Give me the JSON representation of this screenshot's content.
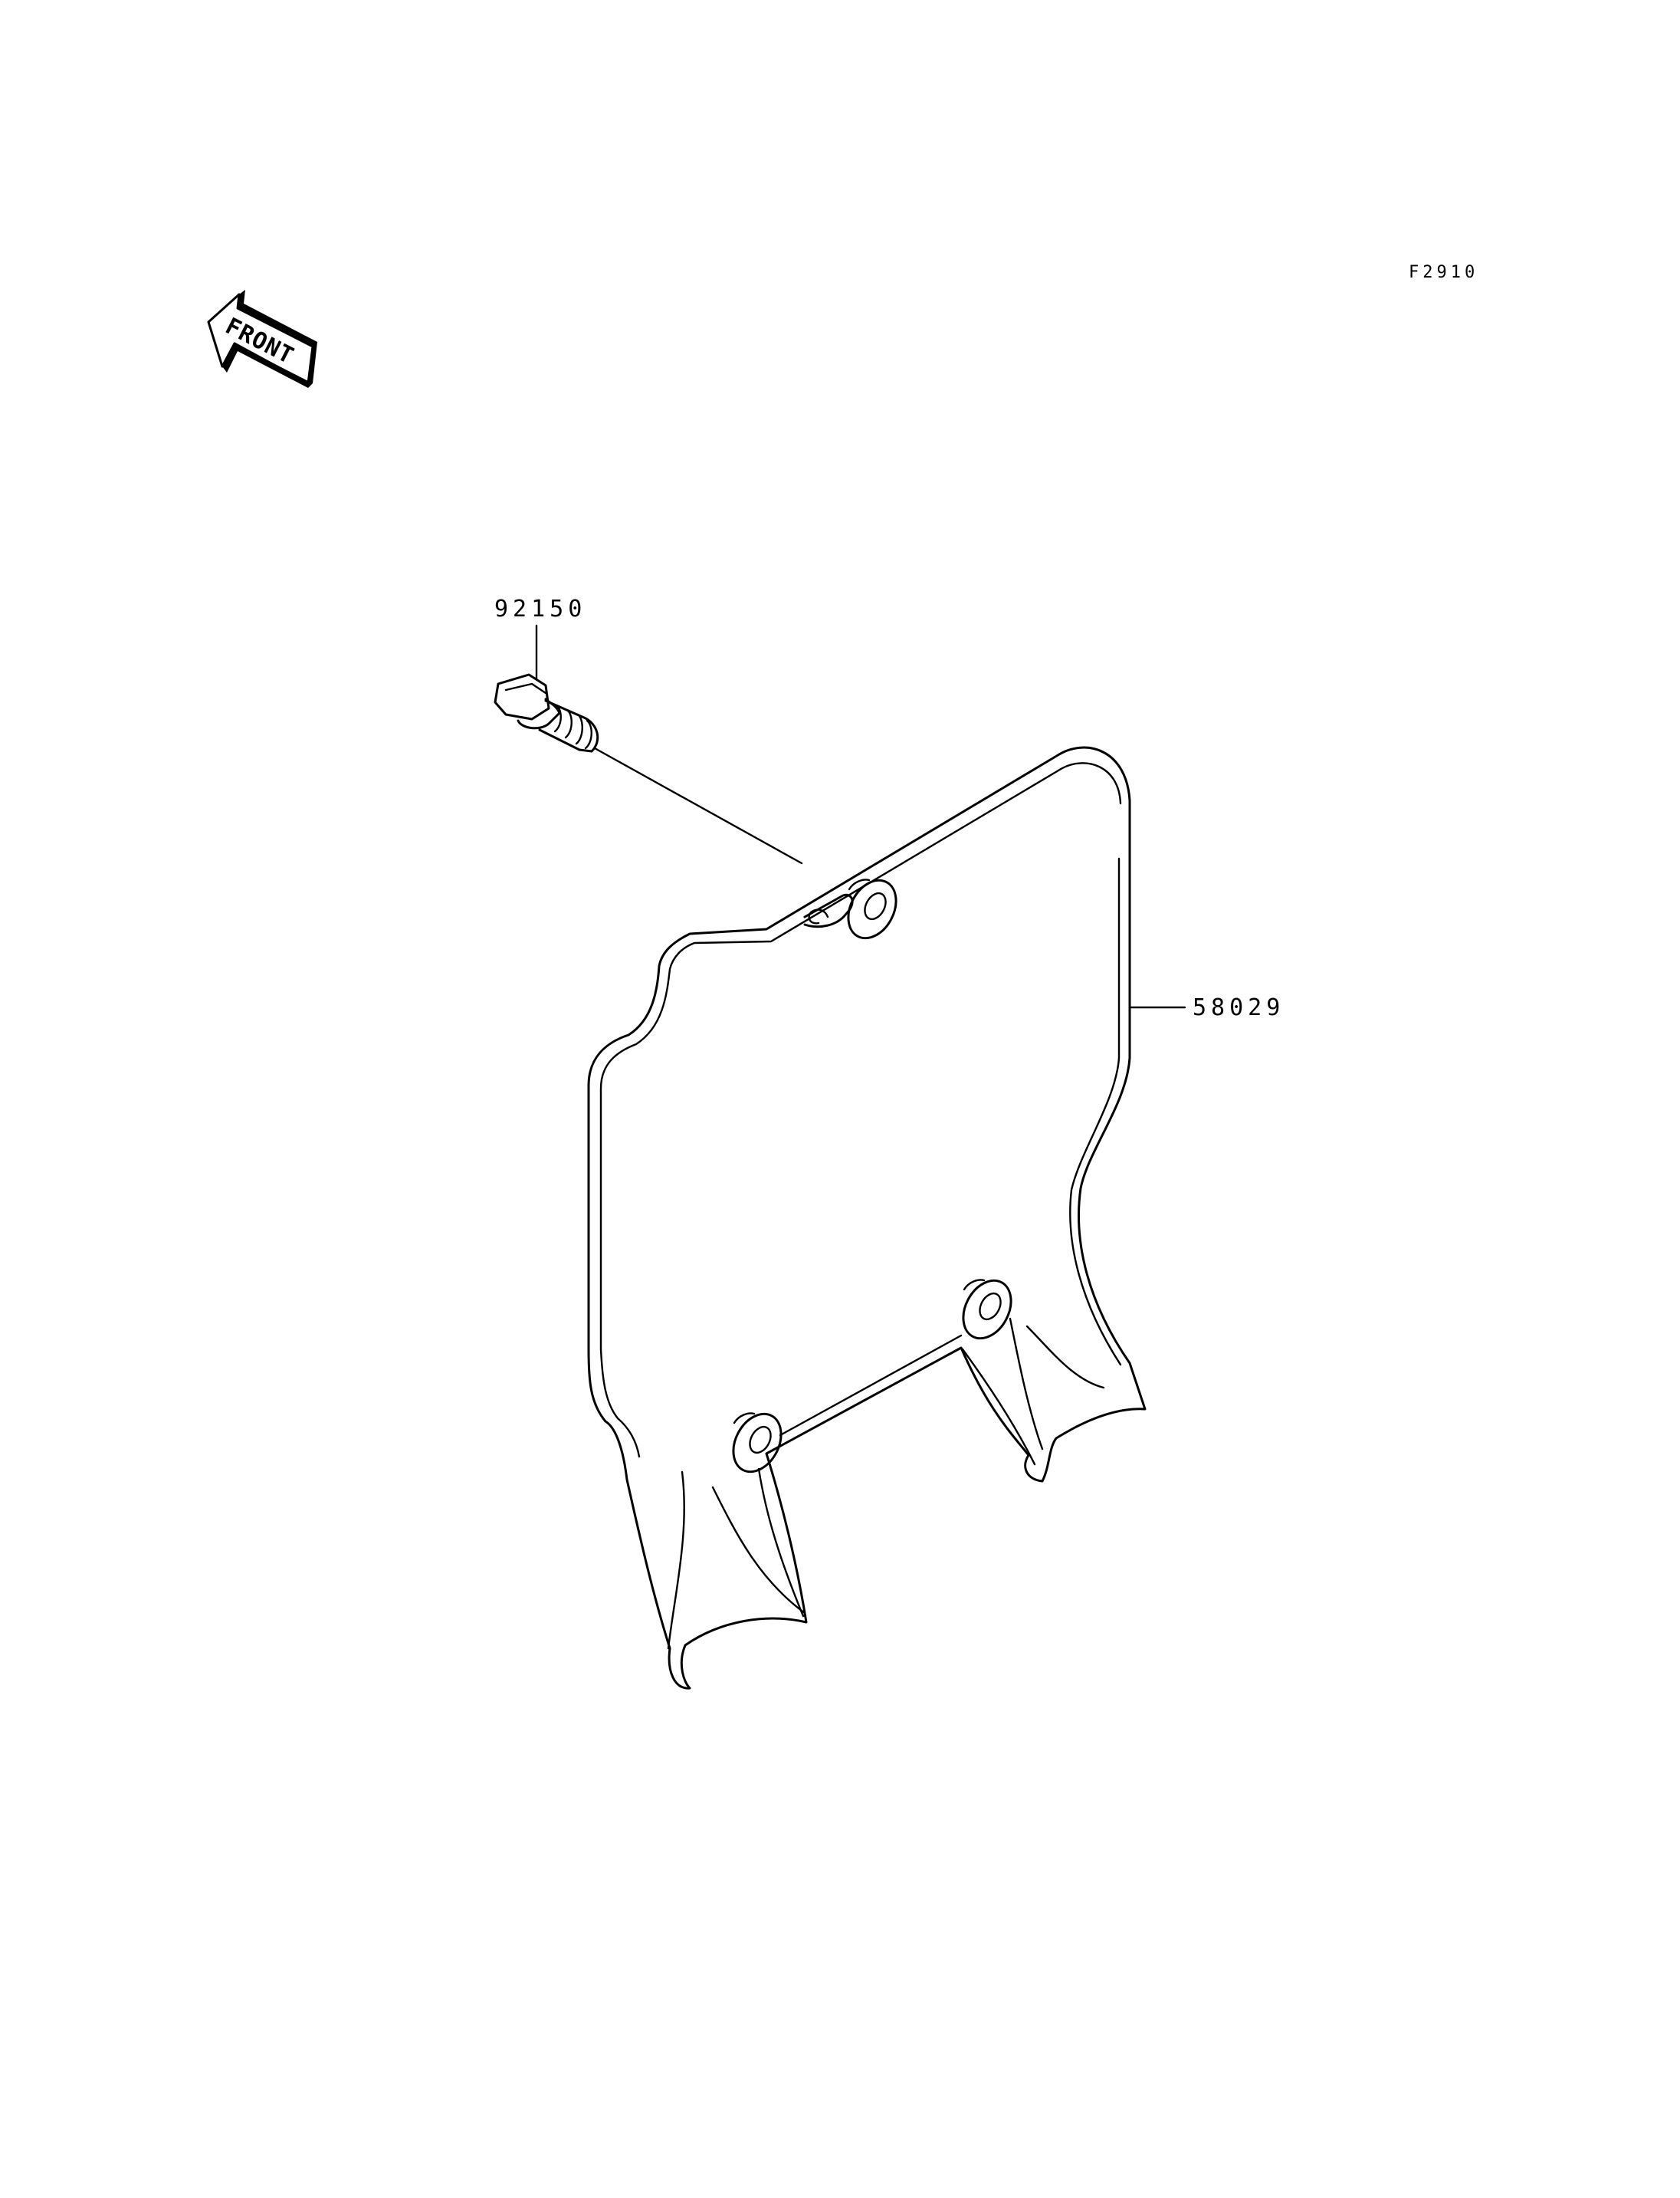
{
  "diagram": {
    "figure_code": "F2910",
    "front_marker": "FRONT",
    "parts": [
      {
        "number": "92150",
        "item": "bolt"
      },
      {
        "number": "58029",
        "item": "number-plate"
      }
    ]
  }
}
